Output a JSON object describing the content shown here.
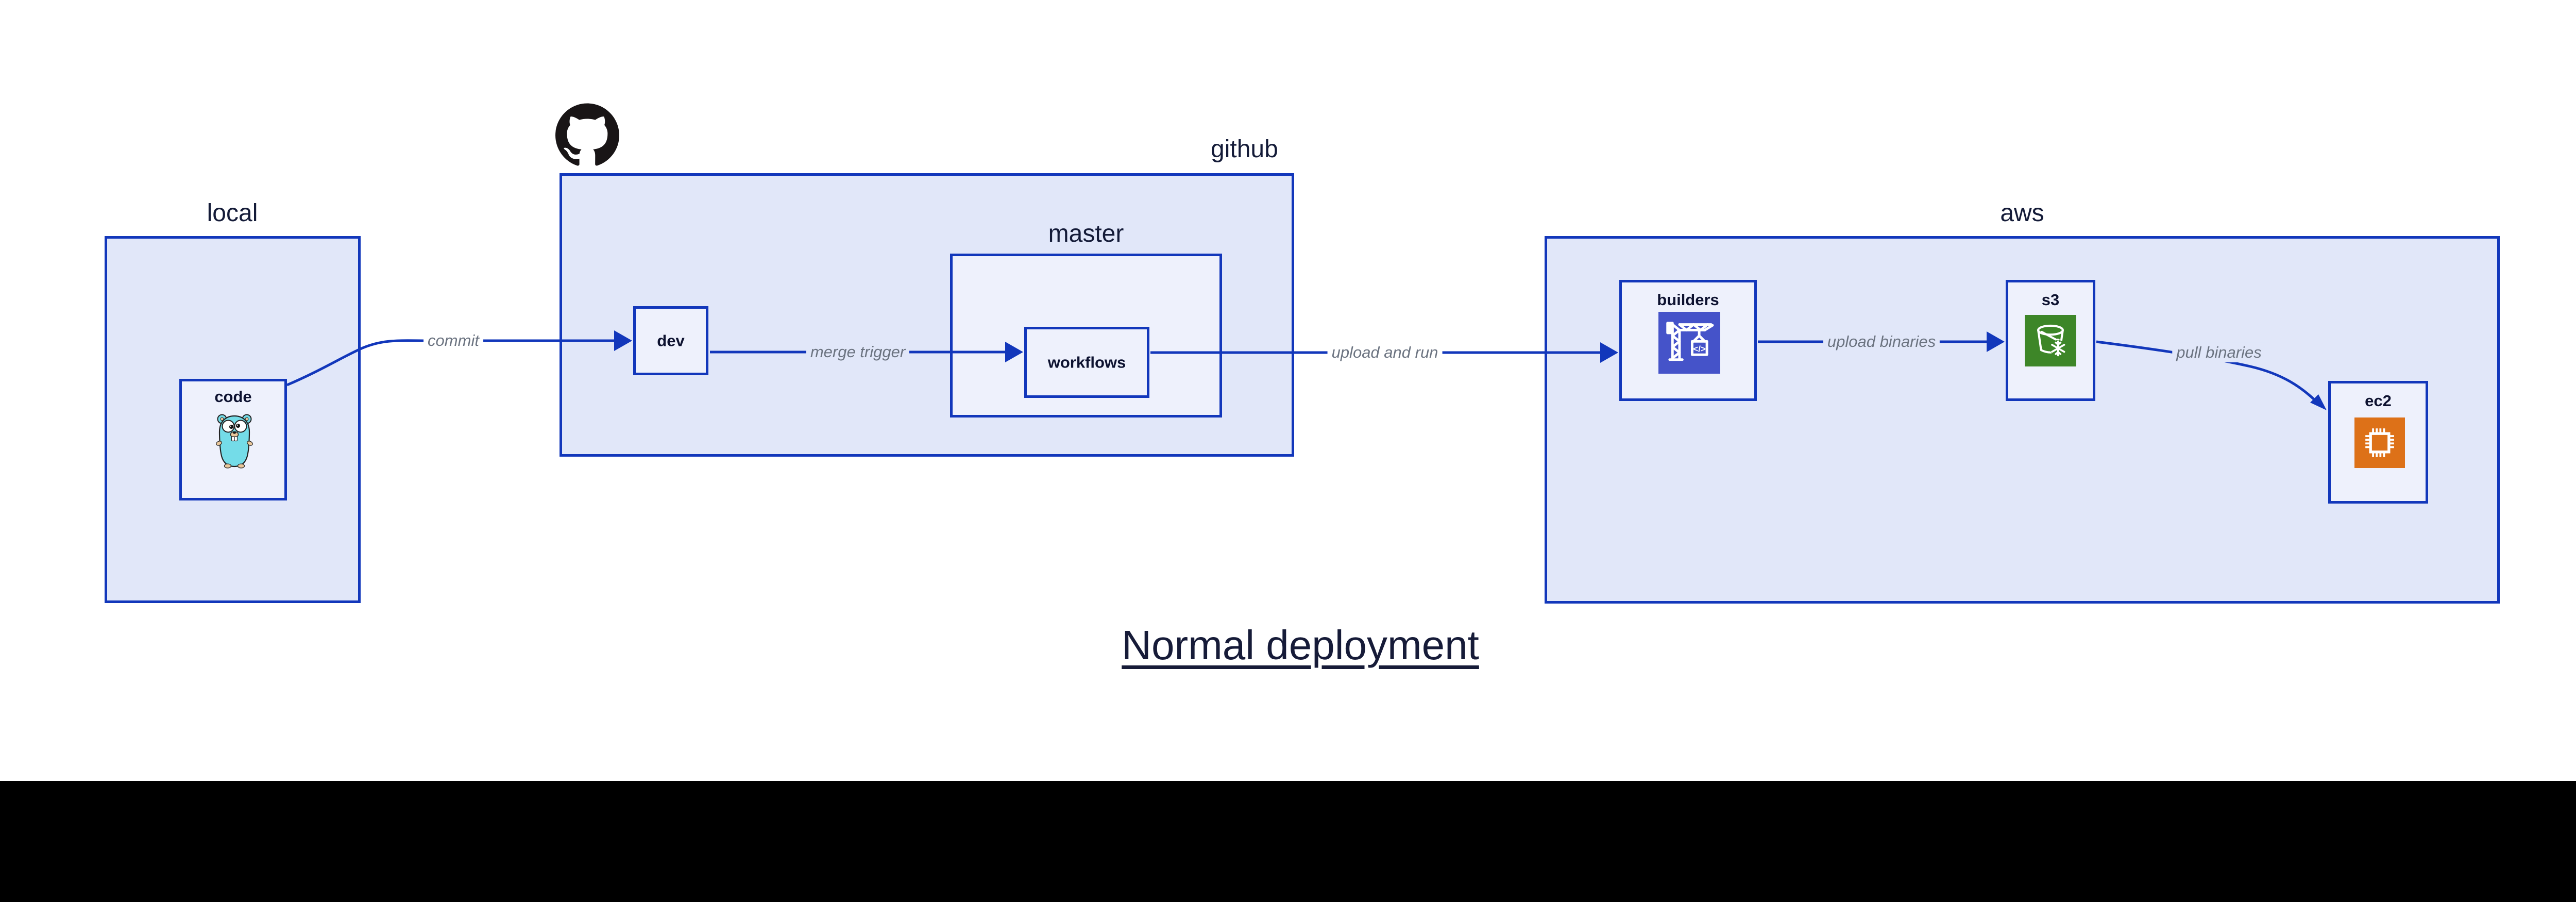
{
  "diagram": {
    "title": "Normal deployment",
    "containers": {
      "local": {
        "label": "local"
      },
      "github": {
        "label": "github"
      },
      "master": {
        "label": "master"
      },
      "aws": {
        "label": "aws"
      }
    },
    "nodes": {
      "code": {
        "label": "code"
      },
      "dev": {
        "label": "dev"
      },
      "workflows": {
        "label": "workflows"
      },
      "builders": {
        "label": "builders"
      },
      "s3": {
        "label": "s3"
      },
      "ec2": {
        "label": "ec2"
      }
    },
    "edges": {
      "commit": {
        "label": "commit"
      },
      "merge_trigger": {
        "label": "merge trigger"
      },
      "upload_and_run": {
        "label": "upload and run"
      },
      "upload_binaries": {
        "label": "upload binaries"
      },
      "pull_binaries": {
        "label": "pull binaries"
      }
    },
    "icons": {
      "github_logo": "github-octocat",
      "code_mascot": "go-gopher",
      "builders_icon": "aws-codebuild",
      "s3_icon": "aws-s3-bucket-snowflake",
      "ec2_icon": "aws-ec2-chip"
    },
    "colors": {
      "border_blue": "#1237bb",
      "container_fill": "#e1e7f9",
      "node_fill": "#eef1fc",
      "edge_label_gray": "#6b7380",
      "text_navy": "#12172e",
      "codebuild_indigo": "#4553c9",
      "s3_green": "#3d8628",
      "ec2_orange": "#dd7118",
      "gopher_teal": "#74dce8",
      "octocat_black": "#191516",
      "footer_black": "#000000"
    }
  }
}
